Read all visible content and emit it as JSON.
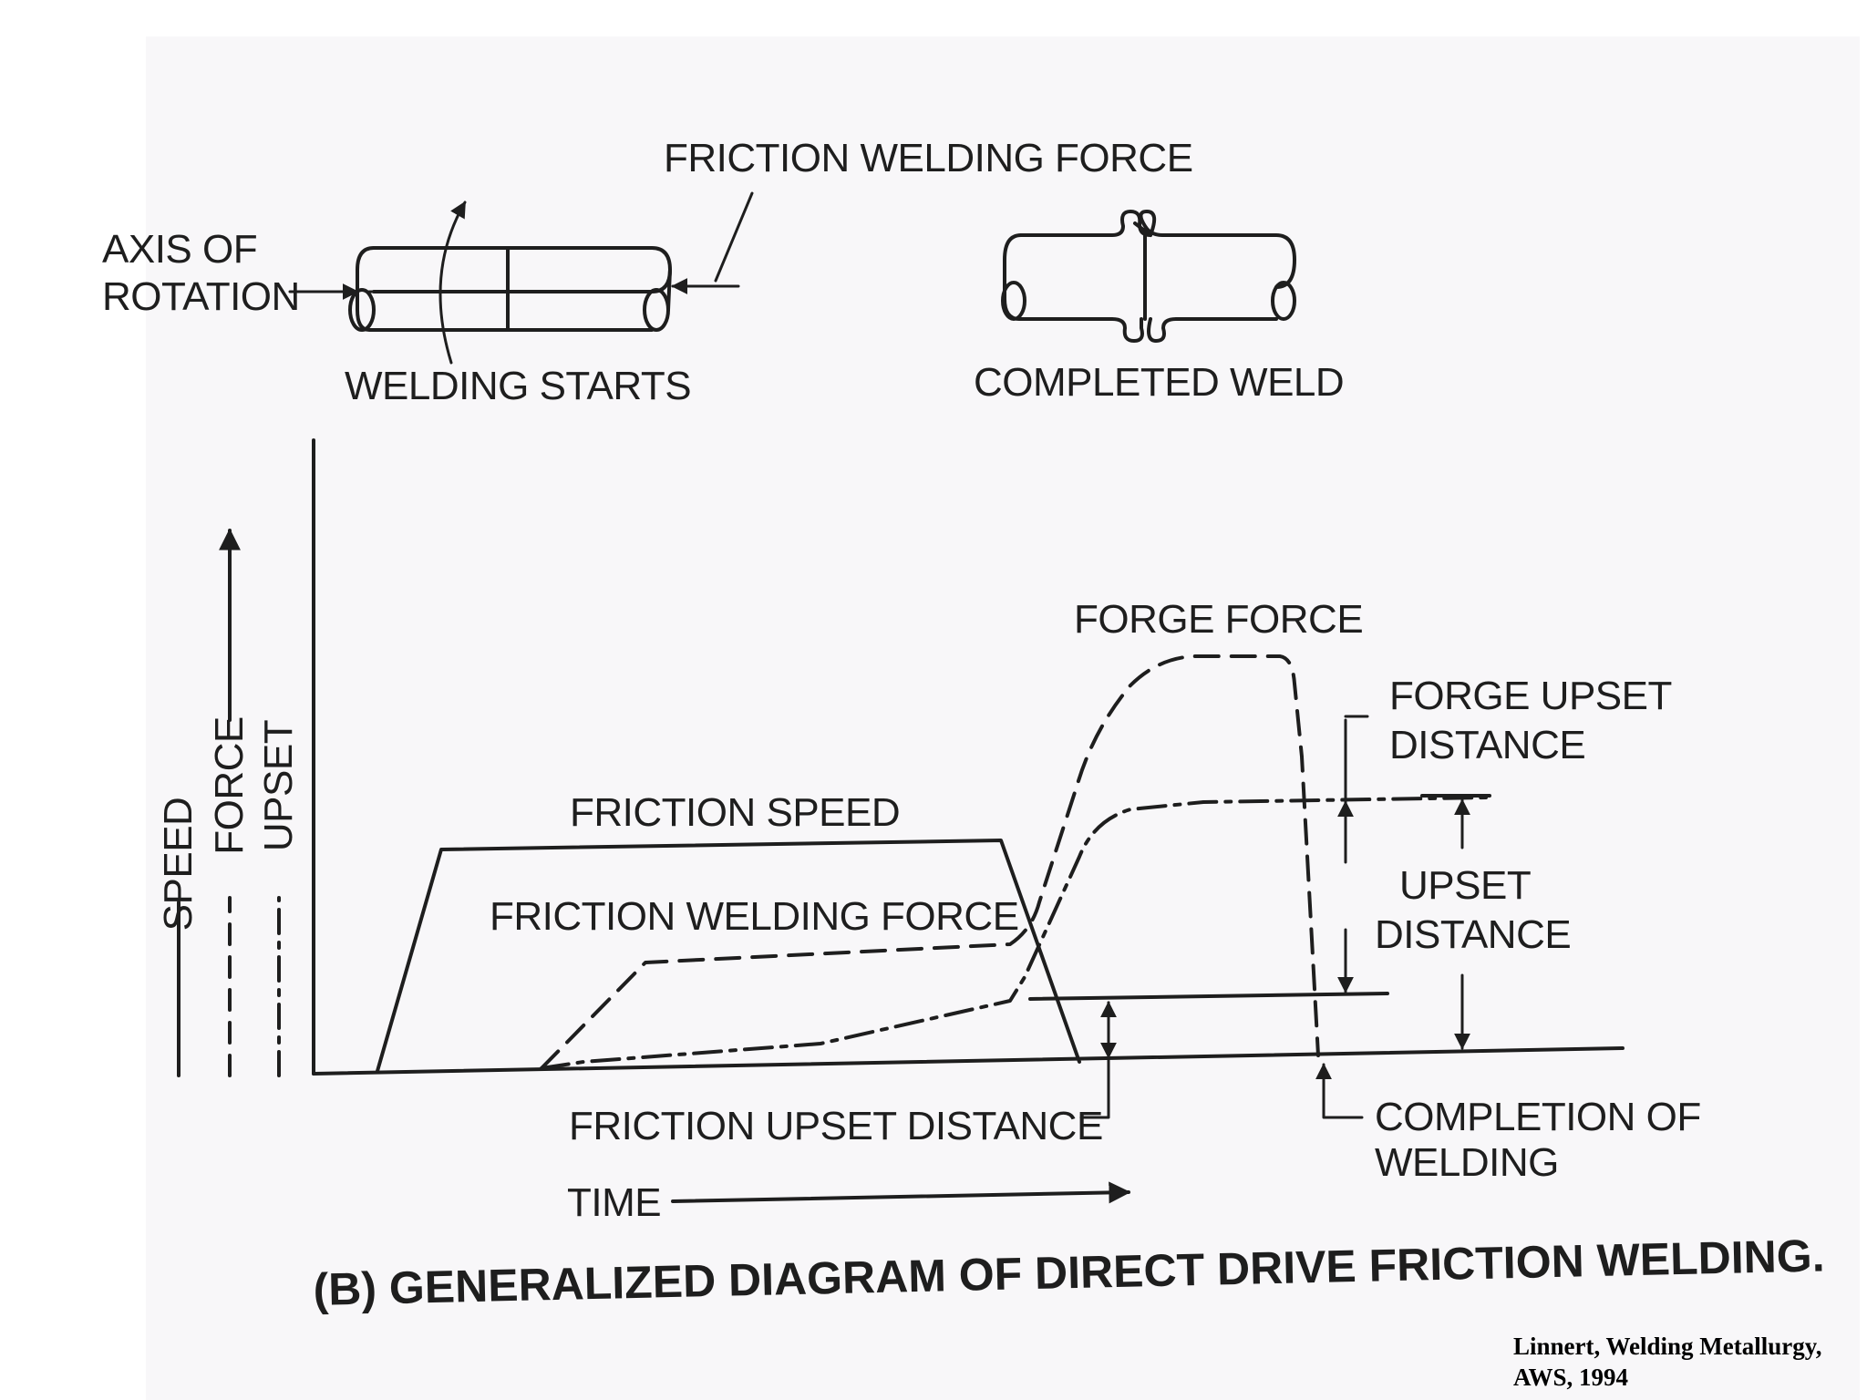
{
  "top_figure": {
    "friction_welding_force": "FRICTION WELDING FORCE",
    "axis_of_rotation_line1": "AXIS OF",
    "axis_of_rotation_line2": "ROTATION",
    "welding_starts": "WELDING STARTS",
    "completed_weld": "COMPLETED WELD"
  },
  "graph": {
    "y_labels": [
      "SPEED",
      "FORCE",
      "UPSET"
    ],
    "friction_speed": "FRICTION SPEED",
    "friction_welding_force": "FRICTION WELDING FORCE",
    "forge_force": "FORGE FORCE",
    "forge_upset_distance_line1": "FORGE UPSET",
    "forge_upset_distance_line2": "DISTANCE",
    "upset_distance_line1": "UPSET",
    "upset_distance_line2": "DISTANCE",
    "friction_upset_distance": "FRICTION UPSET DISTANCE",
    "completion_line1": "COMPLETION OF",
    "completion_line2": "WELDING",
    "time": "TIME"
  },
  "title": "(B) GENERALIZED DIAGRAM OF DIRECT DRIVE FRICTION WELDING.",
  "citation": {
    "line1": "Linnert, Welding Metallurgy,",
    "line2": "AWS, 1994"
  }
}
